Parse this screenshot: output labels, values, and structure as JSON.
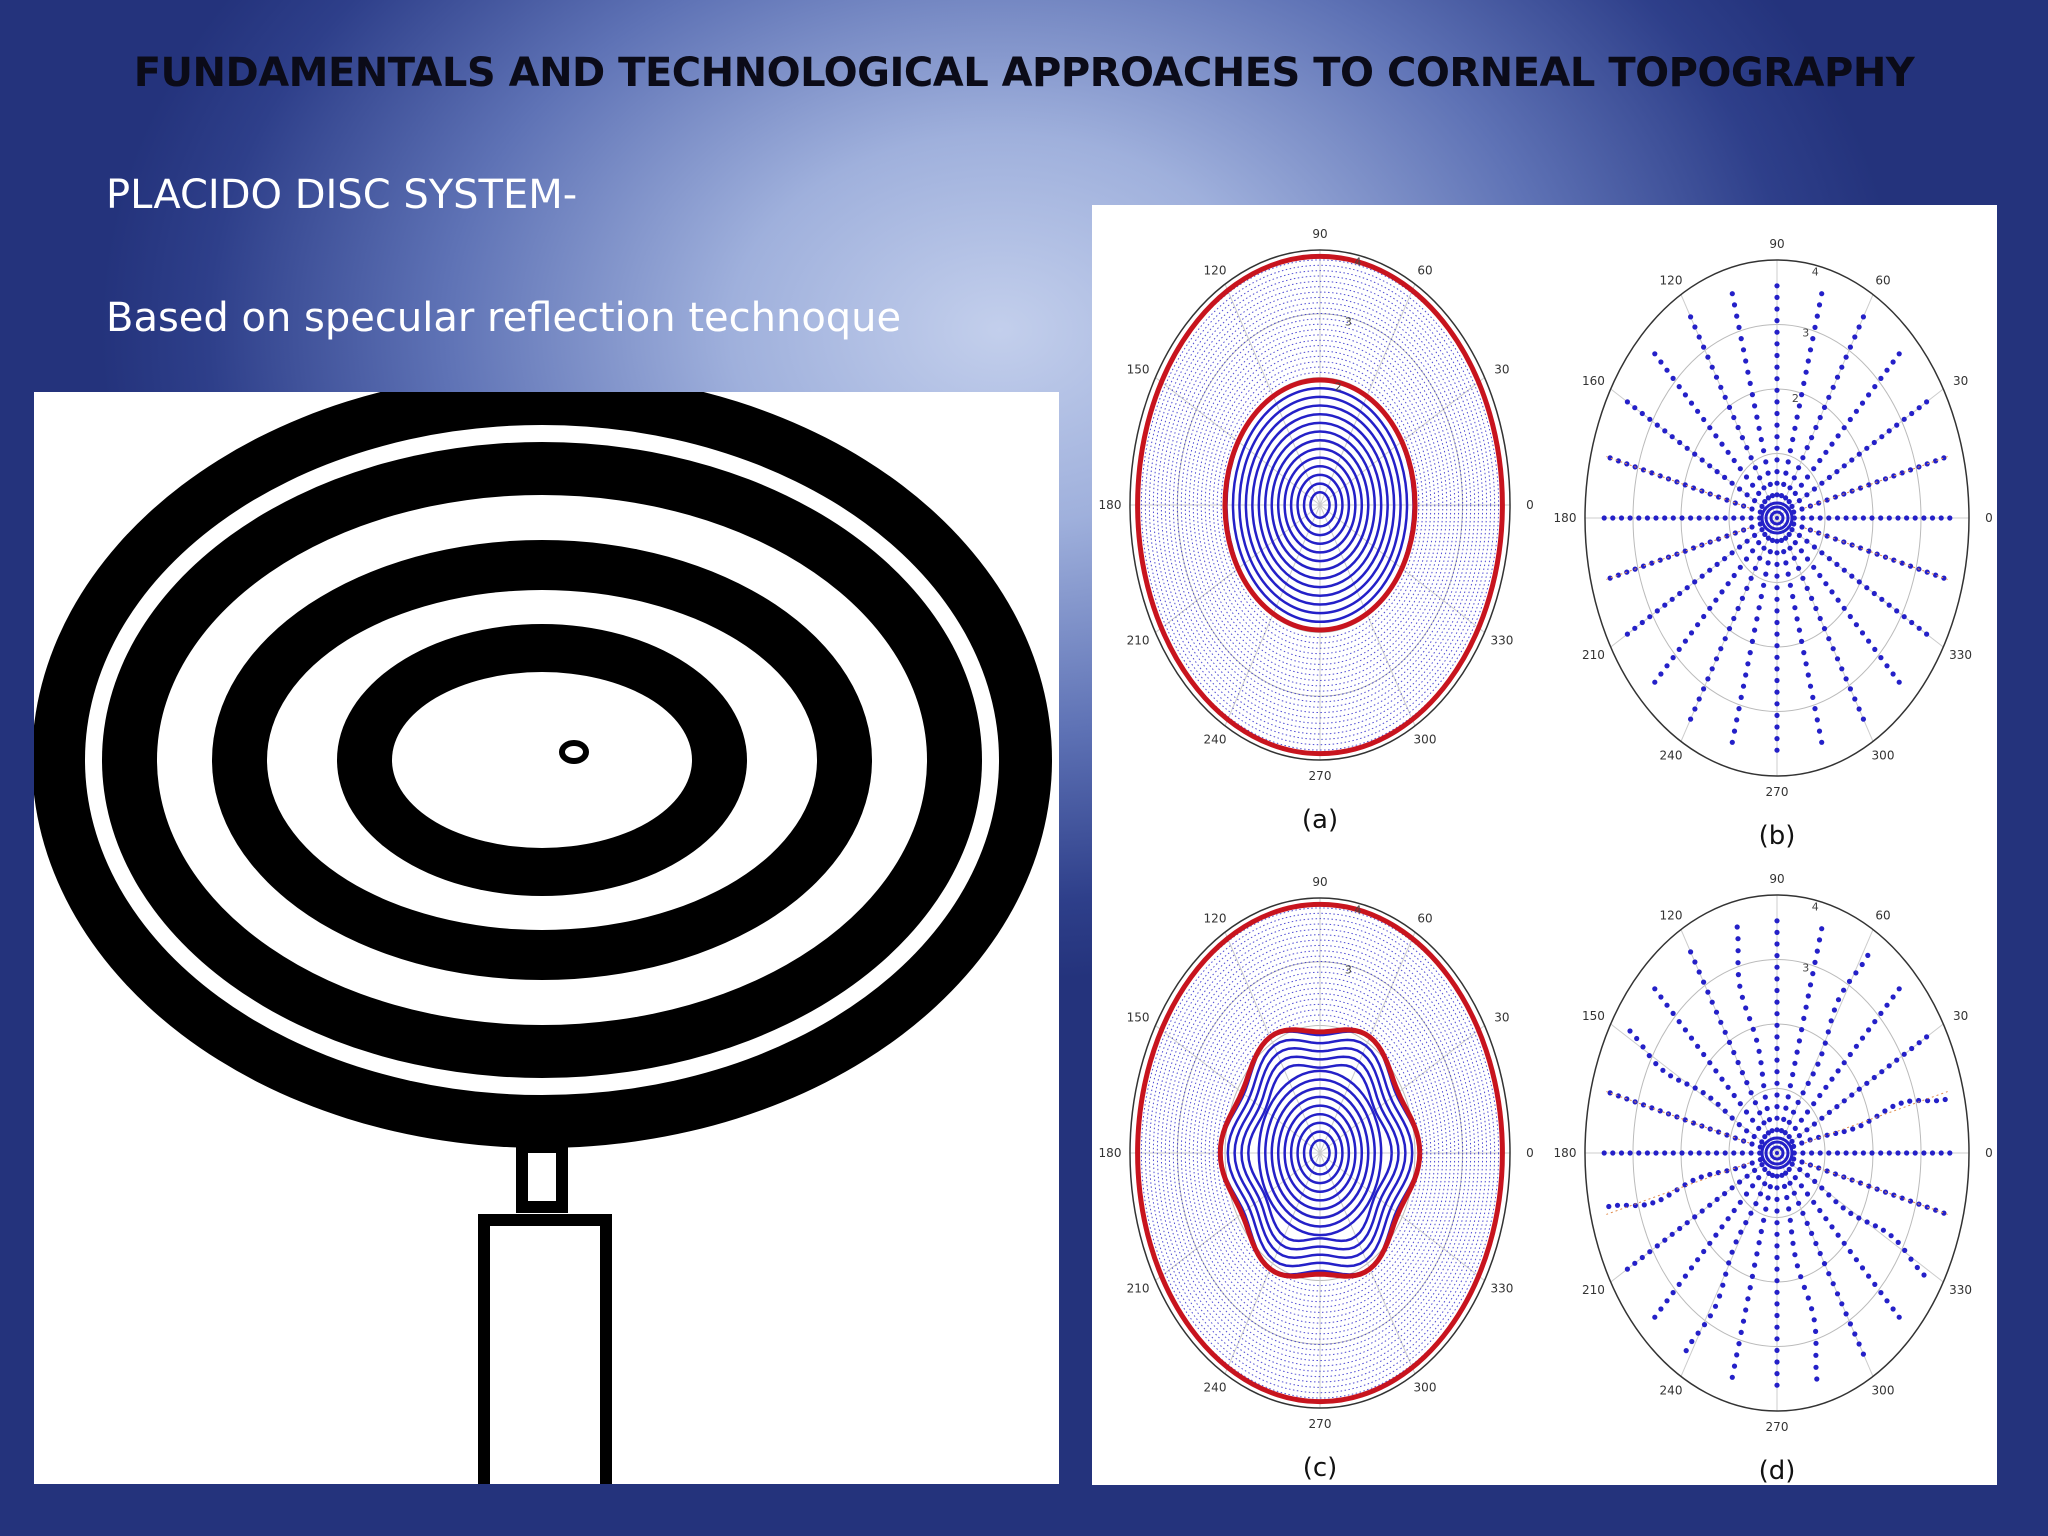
{
  "slide": {
    "title": "FUNDAMENTALS AND TECHNOLOGICAL APPROACHES TO CORNEAL TOPOGRAPHY",
    "bullet_1": "PLACIDO DISC SYSTEM-",
    "bullet_2": "Based on specular reflection technoque"
  },
  "figure": {
    "panels": [
      {
        "caption": "(a)",
        "angles": [
          "90",
          "60",
          "30",
          "0",
          "330",
          "300",
          "270",
          "240",
          "210",
          "180",
          "150",
          "120"
        ],
        "ring_labels": [
          "4",
          "3",
          "2"
        ]
      },
      {
        "caption": "(b)",
        "angles": [
          "90",
          "60",
          "30",
          "0",
          "330",
          "300",
          "270",
          "240",
          "210",
          "180",
          "160",
          "120"
        ],
        "ring_labels": [
          "4",
          "3",
          "2"
        ]
      },
      {
        "caption": "(c)",
        "angles": [
          "90",
          "60",
          "30",
          "0",
          "330",
          "300",
          "270",
          "240",
          "210",
          "180",
          "150",
          "120"
        ],
        "ring_labels": [
          "4",
          "3"
        ]
      },
      {
        "caption": "(d)",
        "angles": [
          "90",
          "60",
          "30",
          "0",
          "330",
          "300",
          "270",
          "240",
          "210",
          "180",
          "150",
          "120"
        ],
        "ring_labels": [
          "4",
          "3"
        ]
      }
    ]
  },
  "colors": {
    "ring_red": "#c8141e",
    "ring_blue": "#2420c8",
    "disc_black": "#000000"
  }
}
